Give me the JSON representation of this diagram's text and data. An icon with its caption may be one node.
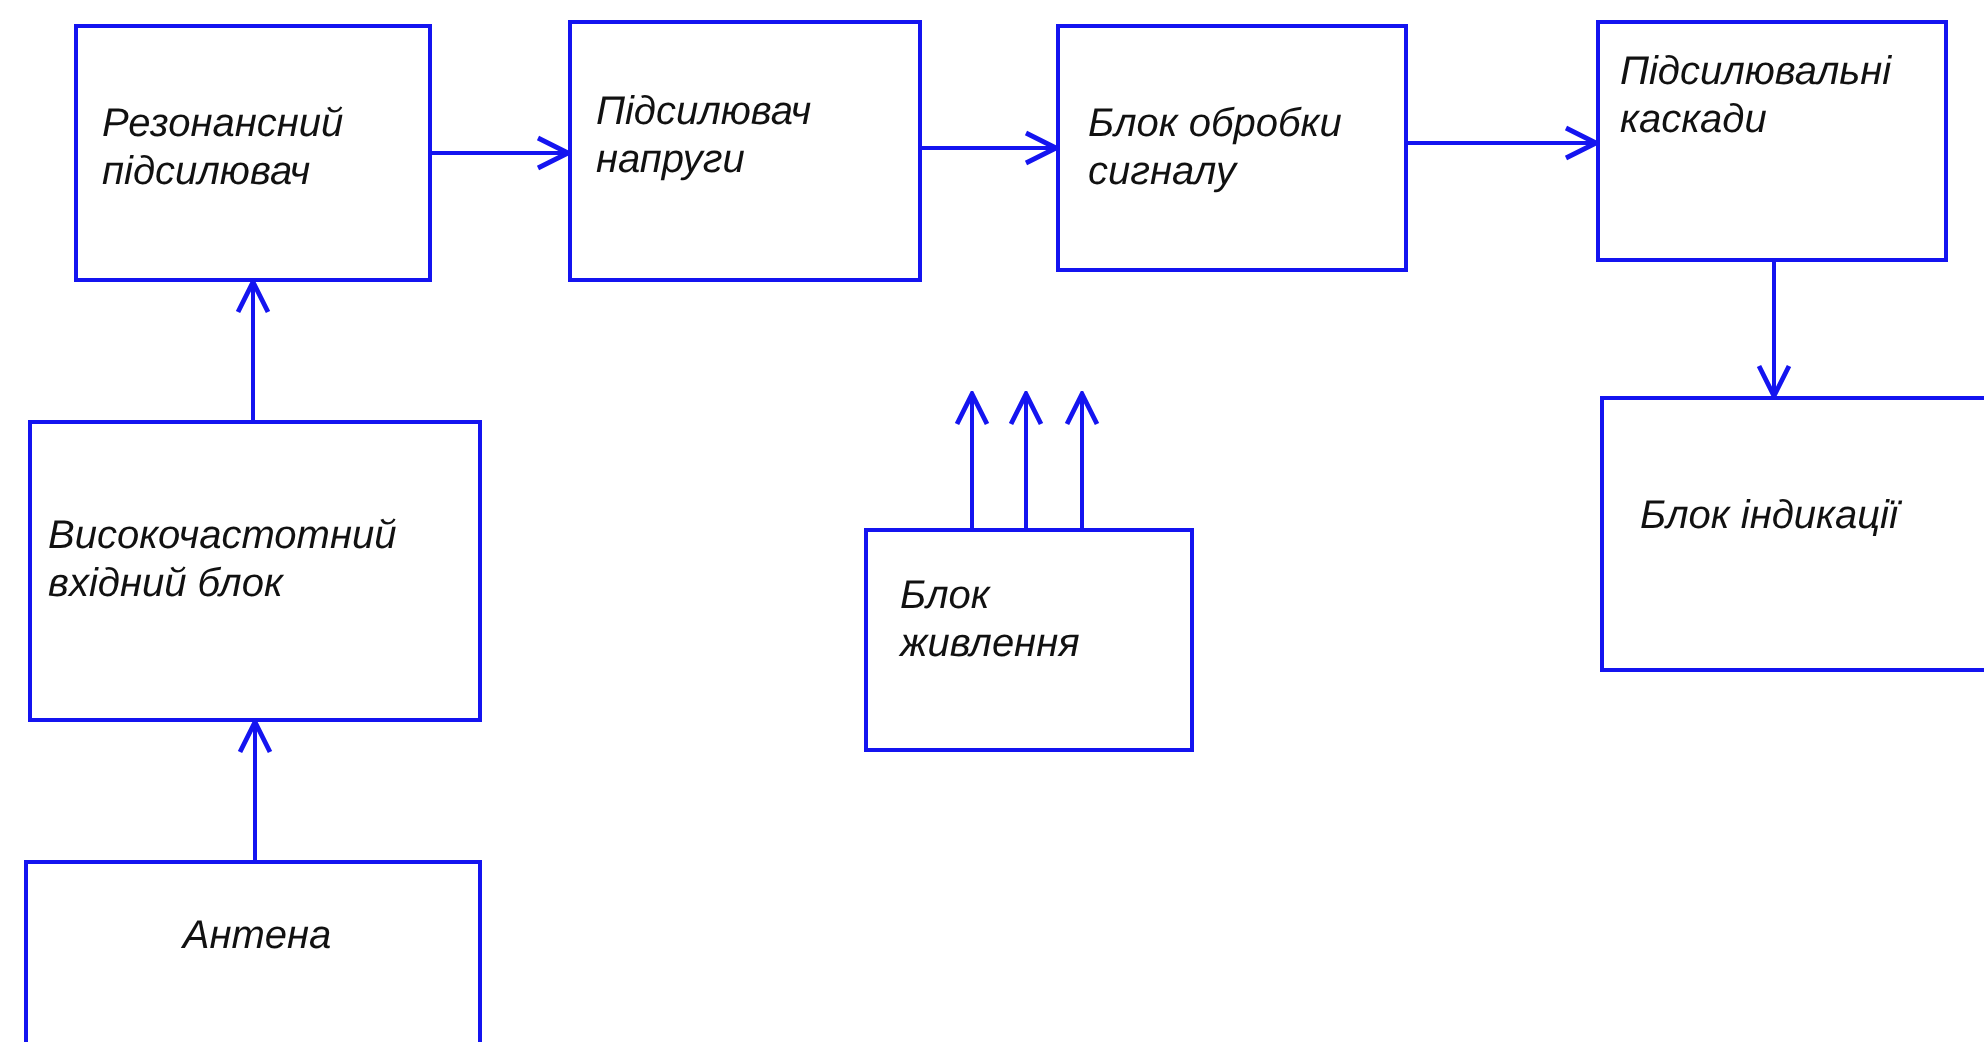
{
  "diagram": {
    "nodes": [
      {
        "text": [
          "Резонансний підсилювач"
        ]
      },
      {
        "text": [
          "Підсилювач напруги"
        ]
      },
      {
        "text": [
          "Блок обробки сигналу"
        ]
      },
      {
        "text": [
          "Підсилювальні каскади"
        ]
      },
      {
        "text": [
          "Високочастотний вхідний блок"
        ]
      },
      {
        "text": [
          "Блок живлення"
        ]
      },
      {
        "text": [
          "Блок індикації"
        ]
      },
      {
        "text": [
          "Антена"
        ]
      }
    ],
    "edges": [
      {
        "from": 0,
        "to": 1,
        "arrow": "to"
      },
      {
        "from": 1,
        "to": 2,
        "arrow": "to"
      },
      {
        "from": 2,
        "to": 3,
        "arrow": "to"
      },
      {
        "from": 3,
        "to": 6,
        "arrow": "to"
      },
      {
        "from": 4,
        "to": 0,
        "arrow": "to"
      },
      {
        "from": 7,
        "to": 4,
        "arrow": "to"
      },
      {
        "from": 5,
        "to": null,
        "arrow": "to"
      },
      {
        "from": 5,
        "to": null,
        "arrow": "to"
      },
      {
        "from": 5,
        "to": null,
        "arrow": "to"
      }
    ]
  }
}
